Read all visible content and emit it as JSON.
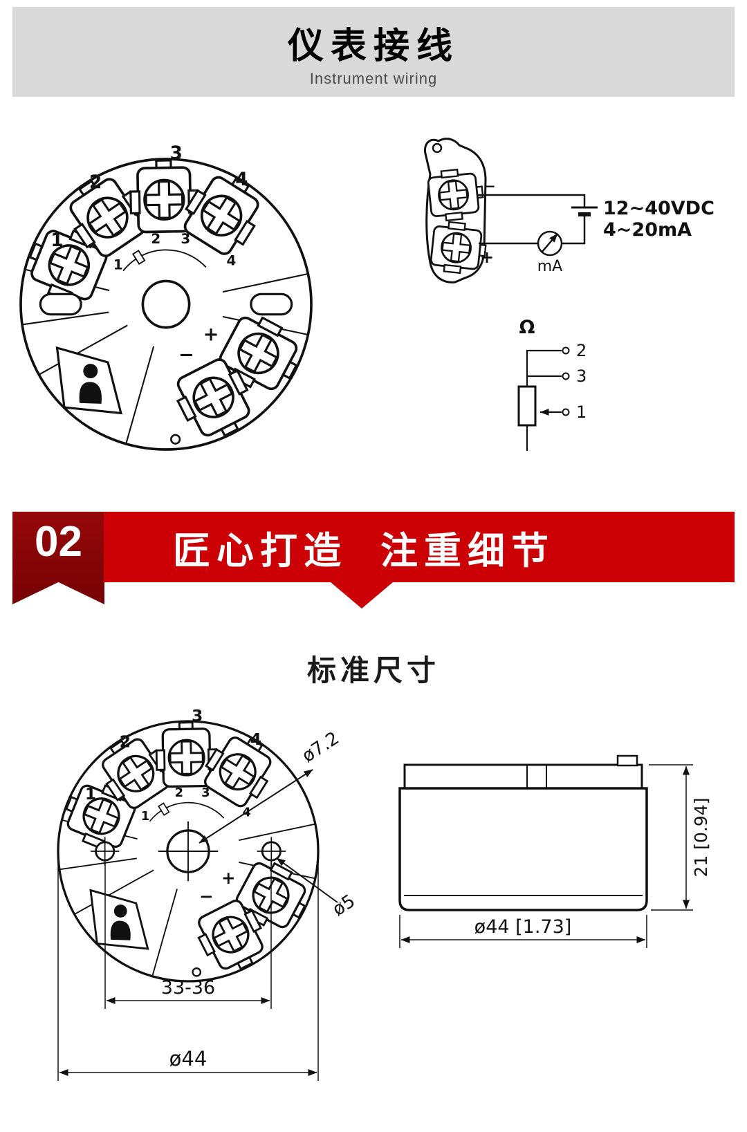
{
  "header": {
    "title": "仪表接线",
    "subtitle": "Instrument wiring"
  },
  "banner": {
    "number": "02",
    "title": "匠心打造  注重细节"
  },
  "section2": {
    "heading": "标准尺寸"
  },
  "head": {
    "outer_labels": [
      "1",
      "2",
      "3",
      "4"
    ],
    "inner_labels": [
      "1",
      "2",
      "3",
      "4"
    ],
    "plus": "+",
    "minus": "−"
  },
  "circuit": {
    "supply": "12~40VDC",
    "loop": "4~20mA",
    "meter": "mA",
    "plus": "+",
    "minus": "−"
  },
  "rtd": {
    "ohm": "Ω",
    "t2": "2",
    "t3": "3",
    "t1": "1"
  },
  "dims": {
    "hole_center": "ø7.2",
    "hole_side": "ø5",
    "span": "33-36",
    "outer": "ø44",
    "height": "21 [0.94]",
    "width": "ø44 [1.73]"
  }
}
